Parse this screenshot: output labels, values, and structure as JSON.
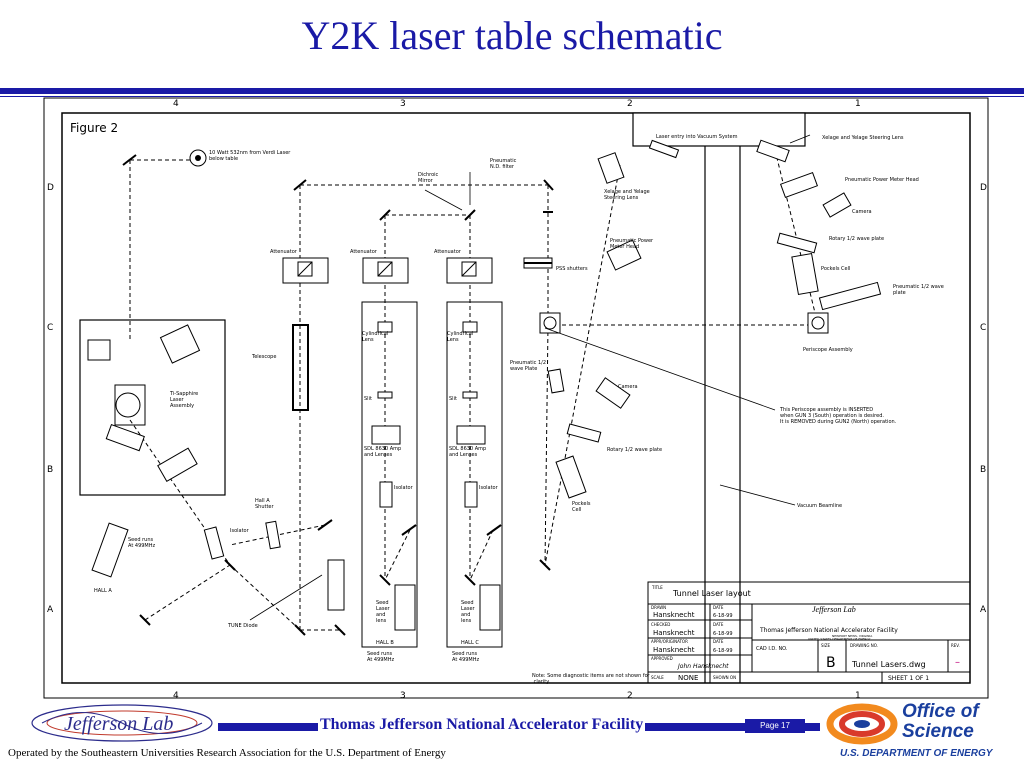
{
  "page": {
    "title": "Y2K laser table schematic"
  },
  "drawing": {
    "figure_label": "Figure 2",
    "grid_top": [
      "4",
      "3",
      "2",
      "1"
    ],
    "grid_side": [
      "D",
      "C",
      "B",
      "A"
    ],
    "labels": {
      "verdi": "10 Watt 532nm from Verdi Laser\nbelow table",
      "dichroic": "Dichroic\nMirror",
      "nd_filter": "Pneumatic\nN.D. filter",
      "attenuator": "Attenuator",
      "telescope": "Telescope",
      "ti_sapphire": "Ti-Sapphire\nLaser\nAssembly",
      "hall_a_shutter": "Hall A\nShutter",
      "isolator": "Isolator",
      "seed_runs": "Seed runs\nAt 499MHz",
      "hall_a": "HALL A",
      "tune_diode": "TUNE Diode",
      "cylindrical_lens": "Cylindrical\nLens",
      "slit": "Slit",
      "sdl_amp": "SDL 8630 Amp\nand Lenses",
      "seed_laser_lens": "Seed\nLaser\nand\nlens",
      "hall_b": "HALL B",
      "hall_c": "HALL C",
      "pss_shutters": "PSS shutters",
      "pneumatic_half_wave": "Pneumatic 1/2\nwave Plate",
      "camera": "Camera",
      "rotary_half_wave": "Rotary 1/2 wave plate",
      "pockels_cell": "Pockels\nCell",
      "laser_entry": "Laser entry into Vacuum System",
      "steering_lens": "Xelage and Yelage\nSteering Lens",
      "pneumatic_power_meter": "Pneumatic Power\nMeter Head",
      "steering_lens_right": "Xelage and Yelage Steering Lens",
      "power_meter_right": "Pneumatic Power Meter Head",
      "camera_right": "Camera",
      "rotary_right": "Rotary 1/2 wave plate",
      "pockels_right": "Pockels Cell",
      "pneumatic_right": "Pneumatic 1/2 wave\nplate",
      "periscope": "Periscope Assembly",
      "periscope_note": "This Periscope assembly is INSERTED\nwhen GUN 3 (South) operation is desired.\nIt is REMOVED during GUN2 (North) operation.",
      "vacuum_beamline": "Vacuum Beamline",
      "note": "Note:    Some diagnostic items are not shown for\n              clarity."
    },
    "title_block": {
      "title_label": "TITLE",
      "title": "Tunnel Laser layout",
      "drawn_label": "DRAWN",
      "drawn": "Hansknecht",
      "checked_label": "CHECKED",
      "checked": "Hansknecht",
      "approved_label": "APPR/ORIGINATOR",
      "approved": "Hansknecht",
      "approved2_label": "APPROVED",
      "approved2": "John Hansknecht",
      "date_label": "DATE",
      "date1": "6-18-99",
      "date2": "6-18-99",
      "date3": "6-18-99",
      "lab": "Thomas Jefferson National Accelerator Facility",
      "lab_sub": "NEWPORT NEWS, VIRGINIA",
      "lab_sub2": "UNITED STATES DEPARTMENT OF ENERGY",
      "logo_text": "Jefferson Lab",
      "cad_label": "CAD I.D. NO.",
      "size_label": "SIZE",
      "size": "B",
      "drawing_no_label": "DRAWING NO.",
      "drawing_no": "Tunnel Lasers.dwg",
      "rev_label": "REV.",
      "rev": "–",
      "scale_label": "SCALE",
      "scale": "NONE",
      "shown_label": "SHOWN ON",
      "sheet": "SHEET  1   OF  1"
    }
  },
  "footer": {
    "facility": "Thomas Jefferson National Accelerator Facility",
    "page": "Page 17",
    "operated": "Operated by the Southeastern Universities Research Association for the U.S. Department of  Energy",
    "jlab_logo": "Jefferson Lab",
    "oos_line1": "Office of",
    "oos_line2": "Science",
    "doe": "U.S. DEPARTMENT OF ENERGY"
  },
  "colors": {
    "title": "#1a1aa6",
    "footer_band": "#1a1aa6",
    "oos_blue": "#1a3f9e",
    "oos_orange": "#f28a1e",
    "oos_red": "#d93a2b"
  }
}
